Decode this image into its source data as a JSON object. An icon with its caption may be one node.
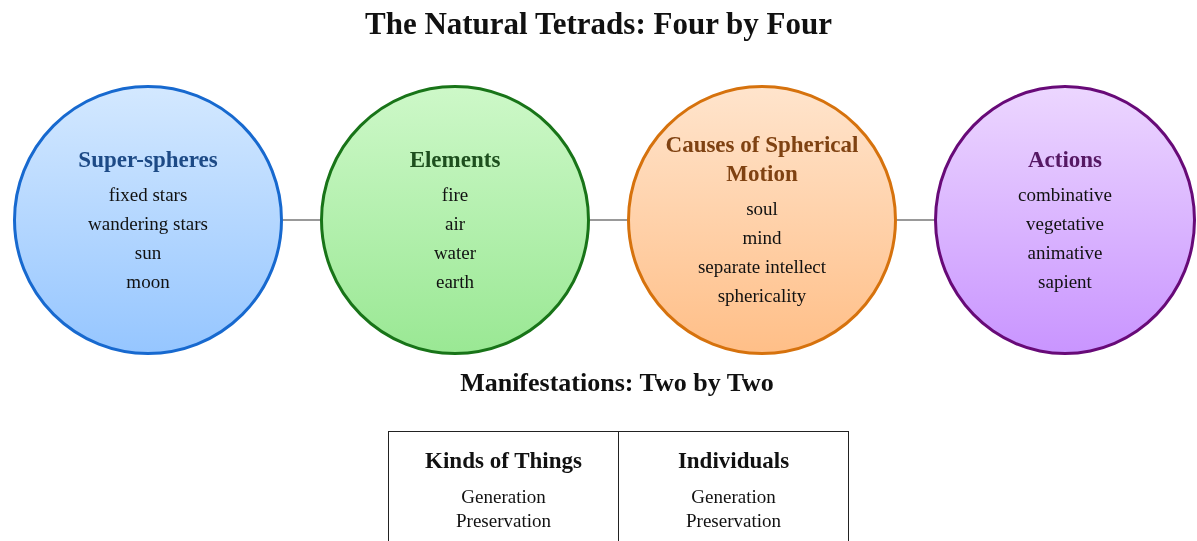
{
  "diagram": {
    "title": "The Natural Tetrads: Four by Four",
    "nodes": [
      {
        "text": [
          "Super-spheres",
          "fixed stars",
          "wandering stars",
          "sun",
          "moon"
        ]
      },
      {
        "text": [
          "Elements",
          "fire",
          "air",
          "water",
          "earth"
        ]
      },
      {
        "text": [
          "Causes of Spherical Motion",
          "soul",
          "mind",
          "separate intellect",
          "sphericality"
        ]
      },
      {
        "text": [
          "Actions",
          "combinative",
          "vegetative",
          "animative",
          "sapient"
        ]
      },
      {
        "text": [
          "Kinds of Things",
          "Generation",
          "Preservation"
        ]
      },
      {
        "text": [
          "Individuals",
          "Generation",
          "Preservation"
        ]
      }
    ],
    "edges": [
      {
        "from": 0,
        "to": 1,
        "arrow": "none"
      },
      {
        "from": 1,
        "to": 2,
        "arrow": "none"
      },
      {
        "from": 2,
        "to": 3,
        "arrow": "none"
      }
    ],
    "labels": [
      "Manifestations: Two by Two"
    ]
  }
}
